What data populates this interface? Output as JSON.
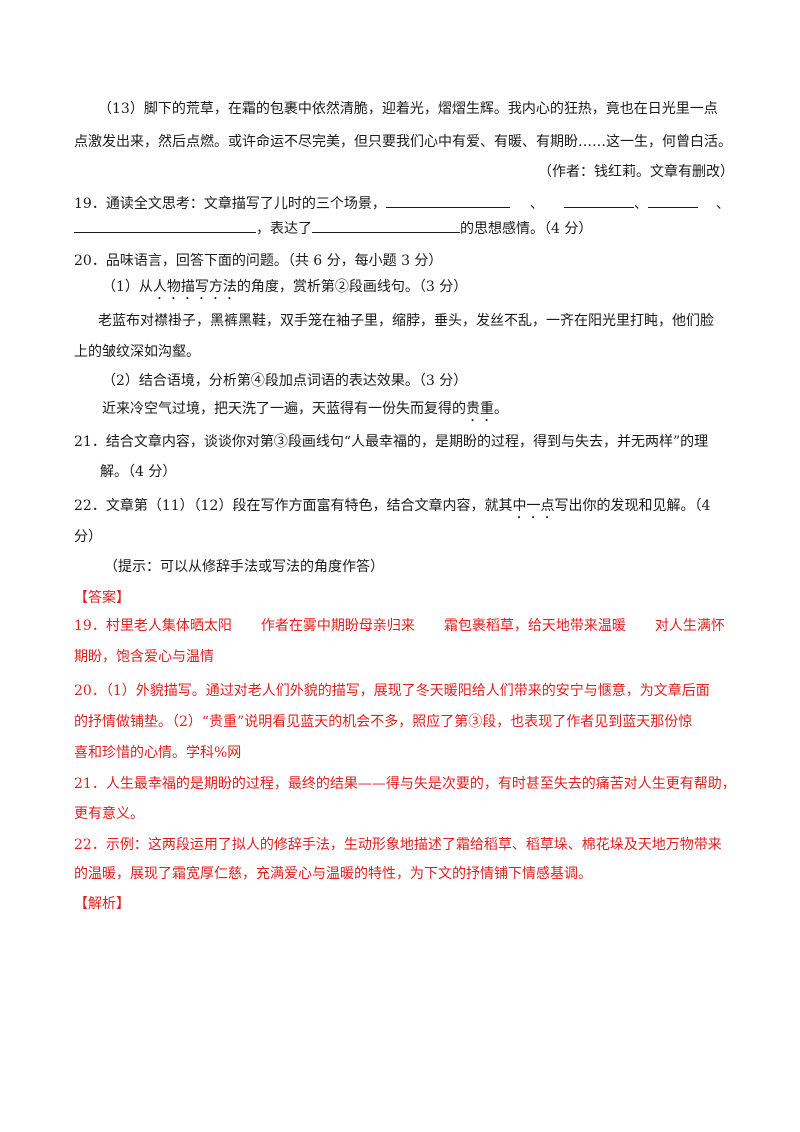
{
  "passage": {
    "p13_line1": "（13）脚下的荒草，在霜的包裹中依然清脆，迎着光，熠熠生辉。我内心的狂热，竟也在日光里一点",
    "p13_line2": "点激发出来，然后点燃。或许命运不尽完美，但只要我们心中有爱、有暖、有期盼……这一生，何曾白活。",
    "author_note": "（作者：钱红莉。文章有删改）"
  },
  "questions": {
    "q19_a": "19．通读全文思考：文章描写了儿时的三个场景，",
    "q19_sep1": "、",
    "q19_sep2": "、",
    "q19_sep3": "、",
    "q19_b": "，表达了",
    "q19_c": "的思想感情。（4 分）",
    "q20": "20．品味语言，回答下面的问题。（共 6 分，每小题 3 分）",
    "q20_1_pre": "（1）从",
    "q20_1_dot": "人物描写方法",
    "q20_1_post": "的角度，赏析第②段画线句。（3 分）",
    "q20_1_quote1": "老蓝布对襟褂子，黑裤黑鞋，双手笼在袖子里，缩脖，垂头，发丝不乱，一齐在阳光里打盹，他们脸",
    "q20_1_quote2": "上的皱纹深如沟壑。",
    "q20_2": "（2）结合语境，分析第④段加点词语的表达效果。（3 分）",
    "q20_2_quote_pre": "近来冷空气过境，把天洗了一遍，天蓝得有一份失而复得的",
    "q20_2_quote_dot": "贵重",
    "q20_2_quote_post": "。",
    "q21_1": "21．结合文章内容，谈谈你对第③段画线句“人最幸福的，是期盼的过程，得到与失去，并无两样”的理",
    "q21_2": "解。（4 分）",
    "q22_1_pre": "22．文章第（11）（12）段在写作方面富有特色，结合文章内容，就其",
    "q22_1_dot": "中一点",
    "q22_1_post": "写出你的发现和见解。（4",
    "q22_2": "分）",
    "q22_hint": "（提示：可以从修辞手法或写法的角度作答）"
  },
  "answers": {
    "header": "【答案】",
    "a19_p1": "19．村里老人集体晒太阳",
    "a19_p2": "作者在雾中期盼母亲归来",
    "a19_p3": "霜包裹稻草，给天地带来温暖",
    "a19_p4": "对人生满怀",
    "a19_line2": "期盼，饱含爱心与温情",
    "a20_line1": "20．（1）外貌描写。通过对老人们外貌的描写，展现了冬天暖阳给人们带来的安宁与惬意，为文章后面",
    "a20_line2": "的抒情做铺垫。（2）“贵重”说明看见蓝天的机会不多，照应了第③段，也表现了作者见到蓝天那份惊",
    "a20_line3": "喜和珍惜的心情。学科%网",
    "a21_line1": "21．人生最幸福的是期盼的过程，最终的结果——得与失是次要的，有时甚至失去的痛苦对人生更有帮助，",
    "a21_line2": "更有意义。",
    "a22_line1": "22．示例：这两段运用了拟人的修辞手法，生动形象地描述了霜给稻草、稻草垛、棉花垛及天地万物带来",
    "a22_line2": "的温暖，展现了霜宽厚仁慈，充满爱心与温暖的特性，为下文的抒情铺下情感基调。",
    "analysis_header": "【解析】"
  }
}
